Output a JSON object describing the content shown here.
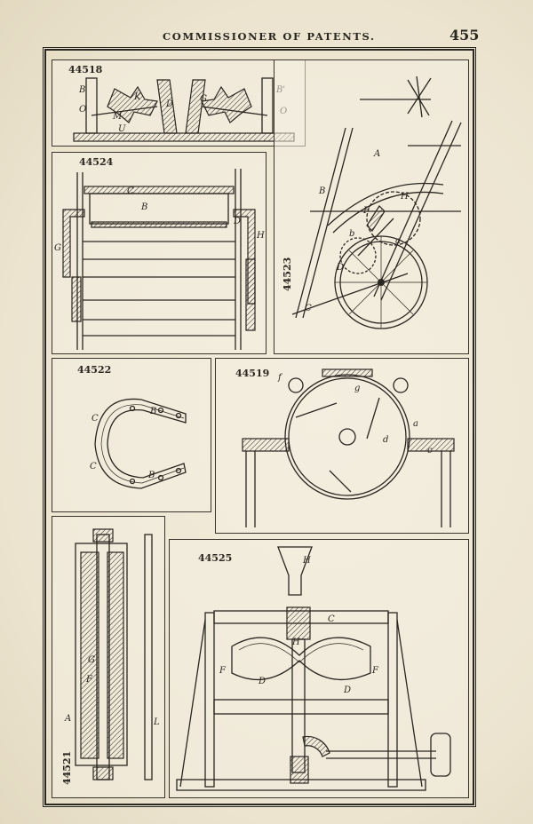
{
  "header": {
    "running_head": "COMMISSIONER OF PATENTS.",
    "page_number": "455"
  },
  "figures": [
    {
      "id": "44518",
      "letters": [
        "B",
        "O",
        "M",
        "U",
        "K",
        "D",
        "G",
        "B'",
        "O"
      ]
    },
    {
      "id": "44524",
      "letters": [
        "C",
        "B",
        "D",
        "G",
        "H"
      ]
    },
    {
      "id": "44523",
      "letters": [
        "A",
        "B",
        "C",
        "D",
        "F",
        "H",
        "a",
        "b"
      ]
    },
    {
      "id": "44522",
      "letters": [
        "C",
        "C",
        "B",
        "B"
      ]
    },
    {
      "id": "44519",
      "letters": [
        "f",
        "g",
        "a",
        "d",
        "c"
      ]
    },
    {
      "id": "44521",
      "letters": [
        "A",
        "F",
        "G",
        "L"
      ]
    },
    {
      "id": "44525",
      "letters": [
        "H",
        "C",
        "H",
        "F",
        "F",
        "D",
        "D"
      ]
    }
  ]
}
